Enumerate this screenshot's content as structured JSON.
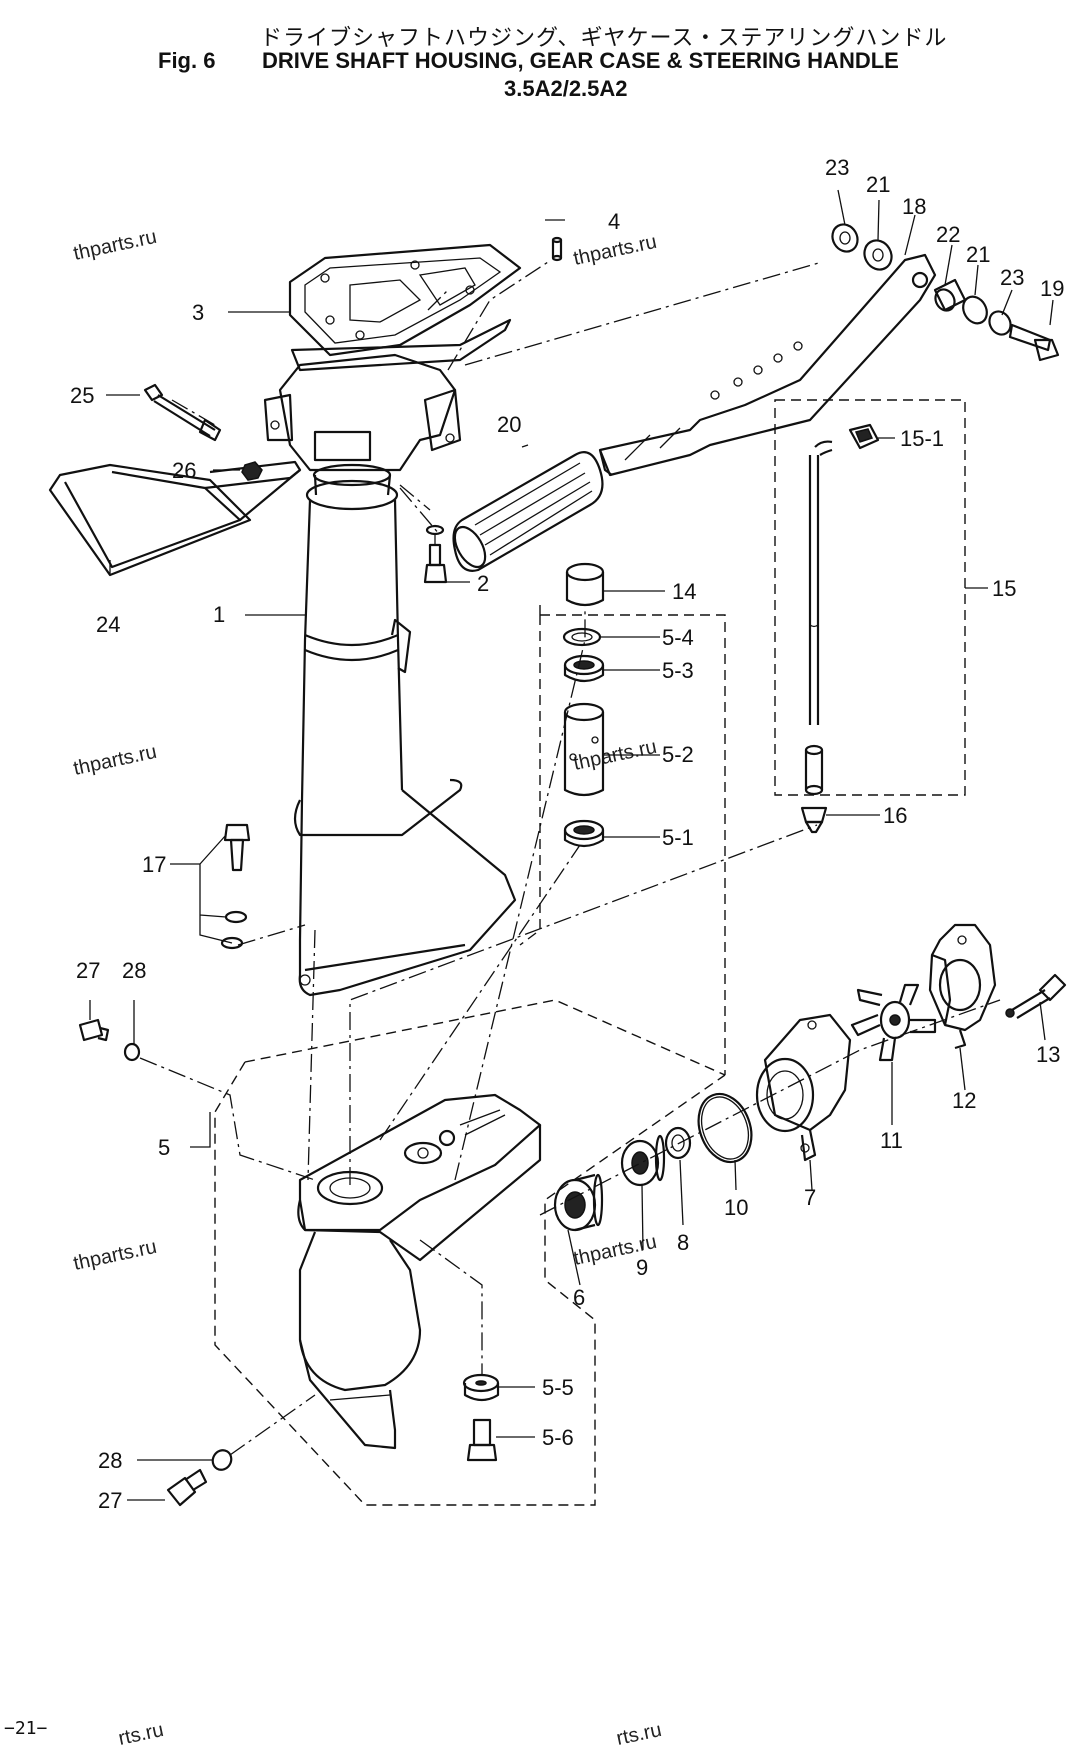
{
  "header": {
    "title_jp": "ドライブシャフトハウジング、ギヤケース・ステアリングハンドル",
    "fig_label": "Fig. 6",
    "title_en": "DRIVE SHAFT HOUSING, GEAR CASE & STEERING HANDLE",
    "model": "3.5A2/2.5A2"
  },
  "page_number": "−21−",
  "watermarks": [
    "thparts.ru",
    "thparts.ru",
    "thparts.ru",
    "thparts.ru",
    "thparts.ru",
    "thparts.ru",
    "rts.ru",
    "rts.ru"
  ],
  "callouts": {
    "c1": "1",
    "c2": "2",
    "c3": "3",
    "c4": "4",
    "c5": "5",
    "c5_1": "5-1",
    "c5_2": "5-2",
    "c5_3": "5-3",
    "c5_4": "5-4",
    "c5_5": "5-5",
    "c5_6": "5-6",
    "c6": "6",
    "c7": "7",
    "c8": "8",
    "c9": "9",
    "c10": "10",
    "c11": "11",
    "c12": "12",
    "c13": "13",
    "c14": "14",
    "c15": "15",
    "c15_1": "15-1",
    "c16": "16",
    "c17": "17",
    "c18": "18",
    "c19": "19",
    "c20": "20",
    "c21a": "21",
    "c21b": "21",
    "c22": "22",
    "c23a": "23",
    "c23b": "23",
    "c24": "24",
    "c25": "25",
    "c26": "26",
    "c27a": "27",
    "c27b": "27",
    "c28a": "28",
    "c28b": "28"
  }
}
